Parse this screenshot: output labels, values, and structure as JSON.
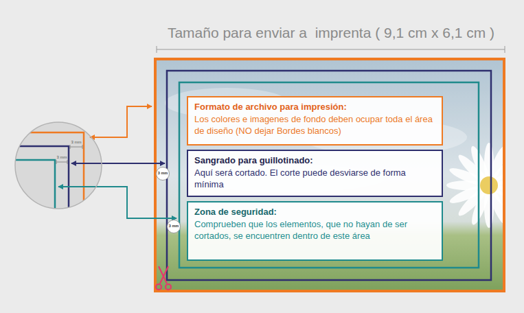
{
  "diagram": {
    "title": "Tamaño para enviar a  imprenta ( 9,1 cm x 6,1 cm )",
    "nodes": [
      {
        "text": [
          "Formato de archivo para impresión:",
          "Los colores e imagenes de fondo deben ocupar toda el área de diseño (NO dejar Bordes blancos)"
        ]
      },
      {
        "text": [
          "Sangrado para guillotinado:",
          "Aquí será cortado. El corte puede desviarse de forma mínima"
        ]
      },
      {
        "text": [
          "Zona de seguridad:",
          "Comprueben que los elementos, que no hayan de ser cortados, se encuentren dentro de este área"
        ]
      },
      {
        "text": [
          "3 mm",
          "3 mm"
        ]
      },
      {
        "text": [
          "3 mm"
        ]
      },
      {
        "text": [
          "3 mm"
        ]
      }
    ]
  }
}
